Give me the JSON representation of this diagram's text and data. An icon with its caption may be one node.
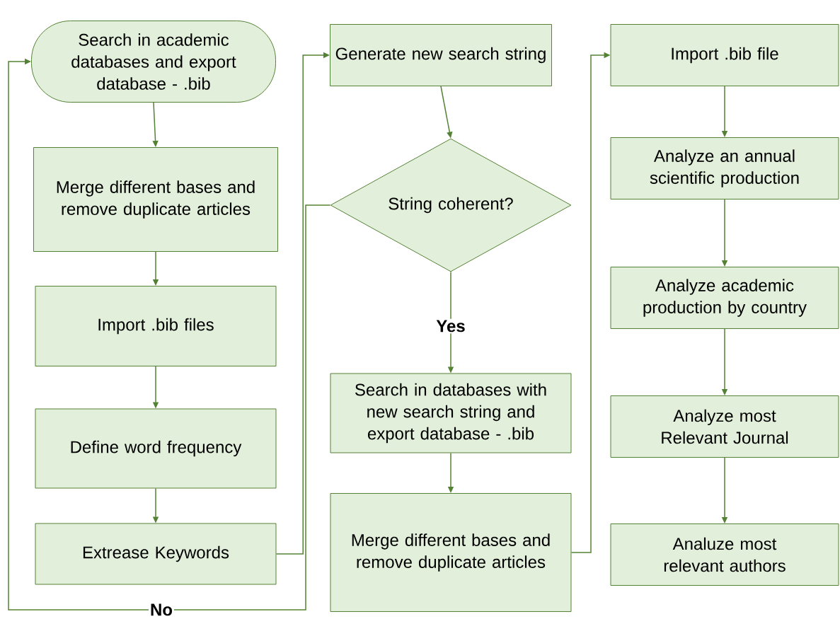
{
  "diagram": {
    "nodes": [
      {
        "text": [
          "Search in academic databases and export database - .bib"
        ]
      },
      {
        "text": [
          "Merge different bases and remove duplicate articles"
        ]
      },
      {
        "text": [
          "Import .bib files"
        ]
      },
      {
        "text": [
          "Define word frequency"
        ]
      },
      {
        "text": [
          "Extrease Keywords"
        ]
      },
      {
        "text": [
          "Generate new search string"
        ]
      },
      {
        "text": [
          "String coherent?"
        ]
      },
      {
        "text": [
          "Search in databases with new search string and export database - .bib"
        ]
      },
      {
        "text": [
          "Merge different bases and remove duplicate articles"
        ]
      },
      {
        "text": [
          "Import .bib file"
        ]
      },
      {
        "text": [
          "Analyze an annual scientific production"
        ]
      },
      {
        "text": [
          "Analyze academic production by country"
        ]
      },
      {
        "text": [
          "Analyze most Relevant Journal"
        ]
      },
      {
        "text": [
          "Analuze most relevant authors"
        ]
      }
    ],
    "edges": [
      {
        "from": 0,
        "to": 1,
        "arrow": "to"
      },
      {
        "from": 1,
        "to": 2,
        "arrow": "to"
      },
      {
        "from": 2,
        "to": 3,
        "arrow": "to"
      },
      {
        "from": 3,
        "to": 4,
        "arrow": "to"
      },
      {
        "from": 4,
        "to": 5,
        "arrow": "to"
      },
      {
        "from": 5,
        "to": 6,
        "arrow": "to"
      },
      {
        "from": 6,
        "to": 7,
        "arrow": "to",
        "label": "Yes"
      },
      {
        "from": 6,
        "to": 0,
        "arrow": "to",
        "label": "No"
      },
      {
        "from": 7,
        "to": 8,
        "arrow": "to"
      },
      {
        "from": 8,
        "to": 9,
        "arrow": "to"
      },
      {
        "from": 9,
        "to": 10,
        "arrow": "to"
      },
      {
        "from": 10,
        "to": 11,
        "arrow": "to"
      },
      {
        "from": 11,
        "to": 12,
        "arrow": "to"
      },
      {
        "from": 12,
        "to": 13,
        "arrow": "to"
      }
    ]
  }
}
